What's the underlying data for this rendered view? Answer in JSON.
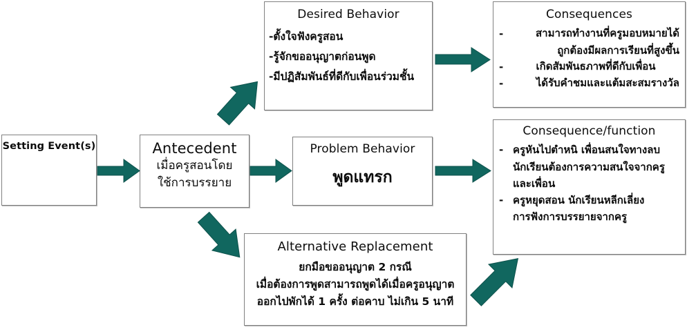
{
  "diagram": {
    "title": "Behavior Pathway Diagram",
    "accent_color": "#11675F",
    "box_border_color": "#808080",
    "text_color": "#0c0c0c",
    "background": "#ffffff"
  },
  "boxes": {
    "setting_event": {
      "title": "Setting Event(s)"
    },
    "antecedent": {
      "title": "Antecedent",
      "lines": [
        "เมื่อครูสอนโดย",
        "ใช้การบรรยาย"
      ]
    },
    "desired_behavior": {
      "title": "Desired Behavior",
      "lines": [
        "-ตั้งใจฟังครูสอน",
        "-รู้จักขออนุญาตก่อนพูด",
        "-มีปฏิสัมพันธ์ที่ดีกับเพื่อนร่วมชั้น"
      ]
    },
    "consequences": {
      "title": "Consequences",
      "bullets": [
        {
          "dash": "-",
          "text": "สามารถทำงานที่ครูมอบหมายได้"
        },
        {
          "dash": "",
          "text": "ถูกต้องมีผลการเรียนที่สูงขึ้น"
        },
        {
          "dash": "-",
          "text": "เกิดสัมพันธภาพที่ดีกับเพื่อน"
        },
        {
          "dash": "-",
          "text": "ได้รับคำชมและแต้มสะสมรางวัล"
        }
      ]
    },
    "problem_behavior": {
      "title": "Problem Behavior",
      "behavior": "พูดแทรก"
    },
    "consequence_function": {
      "title": "Consequence/function",
      "bullets": [
        {
          "dash": "-",
          "text": "ครูหันไปตำหนิ เพื่อนสนใจทางลบ"
        },
        {
          "dash": "",
          "text": "นักเรียนต้องการความสนใจจากครู"
        },
        {
          "dash": "",
          "text": "และเพื่อน"
        },
        {
          "dash": "-",
          "text": "ครูหยุดสอน  นักเรียนหลีกเลี่ยง"
        },
        {
          "dash": "",
          "text": "การฟังการบรรยายจากครู"
        }
      ]
    },
    "alternative_replacement": {
      "title": "Alternative Replacement",
      "lines": [
        "ยกมือขออนุญาต 2 กรณี",
        "เมื่อต้องการพูดสามารถพูดได้เมื่อครูอนุญาต",
        "ออกไปพักได้ 1 ครั้ง ต่อคาบ ไม่เกิน 5 นาที"
      ]
    }
  },
  "arrows": [
    {
      "name": "arrow-setting-to-antecedent",
      "direction": "right"
    },
    {
      "name": "arrow-antecedent-to-desired",
      "direction": "up-right"
    },
    {
      "name": "arrow-antecedent-to-problem",
      "direction": "right"
    },
    {
      "name": "arrow-antecedent-to-alternative",
      "direction": "down-right"
    },
    {
      "name": "arrow-desired-to-consequences",
      "direction": "right"
    },
    {
      "name": "arrow-problem-to-function",
      "direction": "right"
    },
    {
      "name": "arrow-alternative-to-function",
      "direction": "up-right"
    }
  ]
}
